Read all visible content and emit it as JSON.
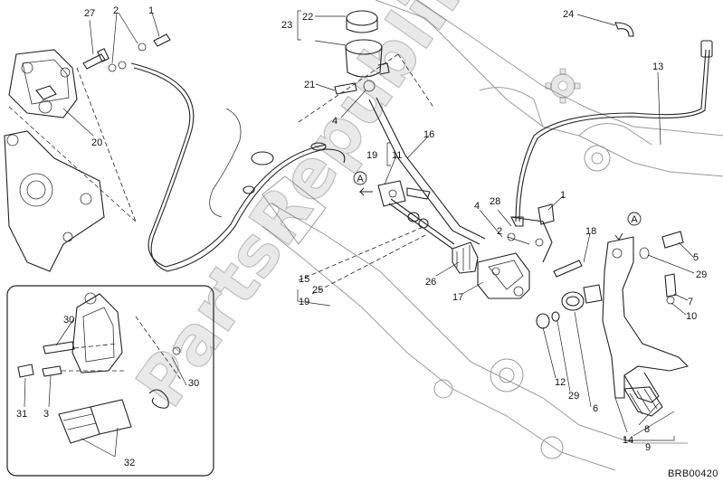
{
  "diagram": {
    "watermark": "PartsRepublik",
    "drawing_code": "BRB00420",
    "icons": [
      "gear-icon",
      "callout-circle-a-icon",
      "arrow-left-icon"
    ],
    "callouts": [
      {
        "id": "c27",
        "label": "27"
      },
      {
        "id": "c2a",
        "label": "2"
      },
      {
        "id": "c1a",
        "label": "1"
      },
      {
        "id": "c20",
        "label": "20"
      },
      {
        "id": "c23",
        "label": "23"
      },
      {
        "id": "c22",
        "label": "22"
      },
      {
        "id": "c21",
        "label": "21"
      },
      {
        "id": "c4a",
        "label": "4"
      },
      {
        "id": "c24",
        "label": "24"
      },
      {
        "id": "c13",
        "label": "13"
      },
      {
        "id": "c16",
        "label": "16"
      },
      {
        "id": "c19a",
        "label": "19"
      },
      {
        "id": "c11",
        "label": "11"
      },
      {
        "id": "c4b",
        "label": "4"
      },
      {
        "id": "c28",
        "label": "28"
      },
      {
        "id": "c2b",
        "label": "2"
      },
      {
        "id": "c1b",
        "label": "1"
      },
      {
        "id": "c18",
        "label": "18"
      },
      {
        "id": "c5",
        "label": "5"
      },
      {
        "id": "c29a",
        "label": "29"
      },
      {
        "id": "c7",
        "label": "7"
      },
      {
        "id": "c10",
        "label": "10"
      },
      {
        "id": "c15",
        "label": "15"
      },
      {
        "id": "c25",
        "label": "25"
      },
      {
        "id": "c19b",
        "label": "19"
      },
      {
        "id": "c26",
        "label": "26"
      },
      {
        "id": "c17",
        "label": "17"
      },
      {
        "id": "c12",
        "label": "12"
      },
      {
        "id": "c29b",
        "label": "29"
      },
      {
        "id": "c6",
        "label": "6"
      },
      {
        "id": "c14",
        "label": "14"
      },
      {
        "id": "c8",
        "label": "8"
      },
      {
        "id": "c9",
        "label": "9"
      },
      {
        "id": "c30a",
        "label": "30"
      },
      {
        "id": "c30b",
        "label": "30"
      },
      {
        "id": "c31",
        "label": "31"
      },
      {
        "id": "c3",
        "label": "3"
      },
      {
        "id": "c32",
        "label": "32"
      }
    ],
    "view_markers": [
      {
        "id": "a1",
        "label": "A"
      },
      {
        "id": "a2",
        "label": "A"
      }
    ]
  }
}
